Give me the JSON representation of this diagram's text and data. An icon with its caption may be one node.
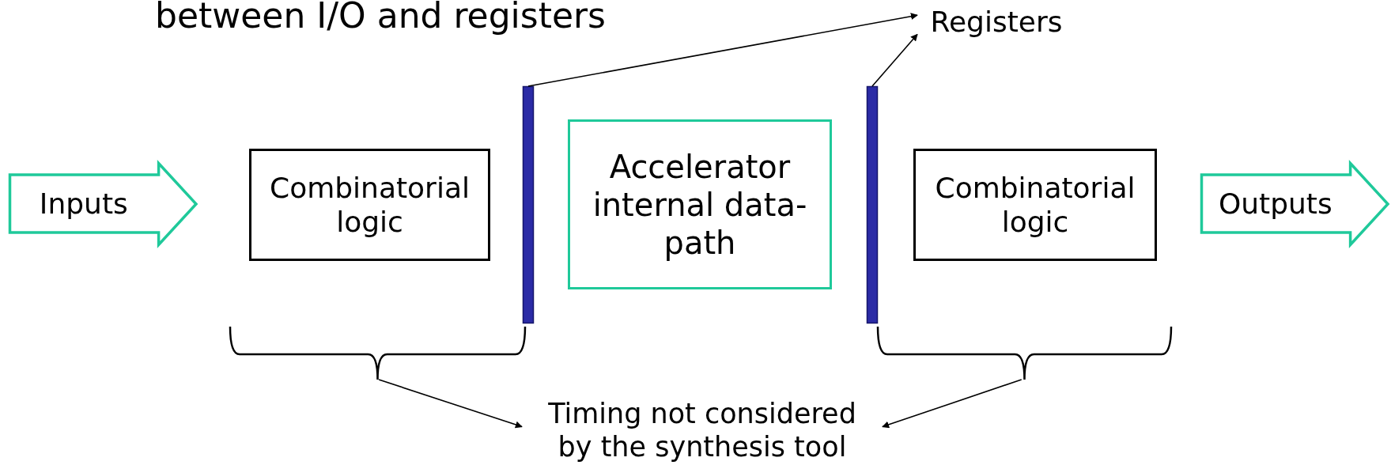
{
  "diagram": {
    "nodes": [
      {
        "text": [
          "Registers"
        ]
      },
      {
        "text": [
          "Inputs"
        ]
      },
      {
        "text": [
          "Combinatorial logic"
        ]
      },
      {
        "text": [],
        "shape": "bar"
      },
      {
        "text": [
          "Accelerator internal data-path"
        ]
      },
      {
        "text": [],
        "shape": "bar"
      },
      {
        "text": [
          "Combinatorial logic"
        ]
      },
      {
        "text": [
          "Outputs"
        ]
      },
      {
        "text": [],
        "shape": "bracket"
      },
      {
        "text": [],
        "shape": "bracket"
      },
      {
        "text": [
          "Timing not considered by the synthesis tool"
        ]
      }
    ],
    "edges": [
      {
        "from": 3,
        "to": 0,
        "arrow": "to"
      },
      {
        "from": 5,
        "to": 0,
        "arrow": "to"
      },
      {
        "from": 8,
        "to": 10,
        "arrow": "to"
      },
      {
        "from": 9,
        "to": 10,
        "arrow": "to"
      }
    ],
    "labels": [
      "between I/O and registers"
    ]
  }
}
